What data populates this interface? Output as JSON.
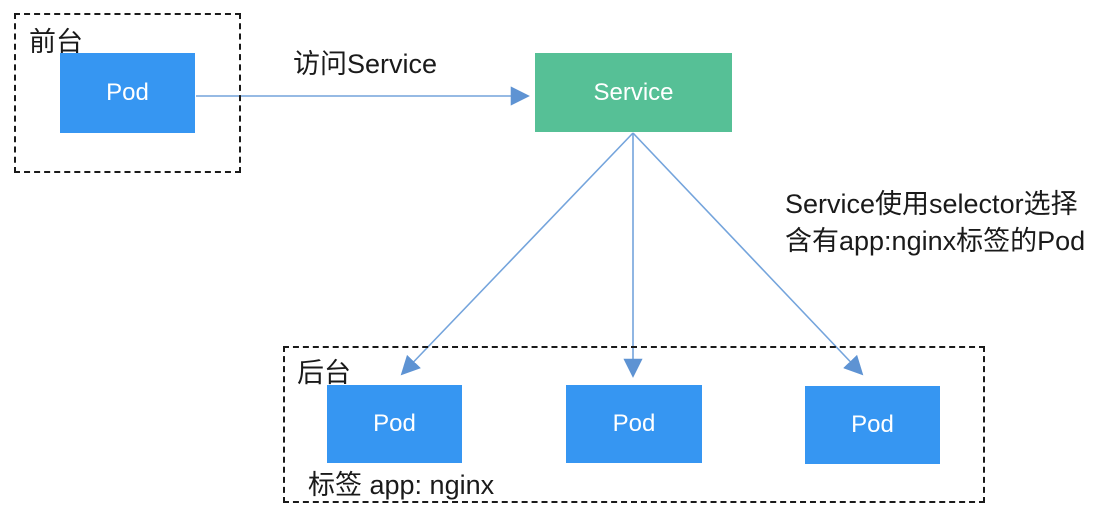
{
  "diagram": {
    "title_semantic": "kubernetes-service-selector-diagram",
    "frontend_group": {
      "label": "前台",
      "pod": {
        "label": "Pod"
      }
    },
    "service": {
      "label": "Service"
    },
    "access_arrow": {
      "label": "访问Service"
    },
    "annotation": {
      "line1": "Service使用selector选择",
      "line2": "含有app:nginx标签的Pod"
    },
    "backend_group": {
      "label": "后台",
      "pods": [
        {
          "label": "Pod"
        },
        {
          "label": "Pod"
        },
        {
          "label": "Pod"
        }
      ],
      "selector_label": "标签 app: nginx"
    },
    "colors": {
      "pod_blue": "#3696f2",
      "service_green": "#56c096",
      "arrow_blue": "#74a4dc",
      "arrowhead_blue": "#5e93d3",
      "text_dark": "#1a1a1a",
      "box_border": "#1a1a1a"
    }
  }
}
